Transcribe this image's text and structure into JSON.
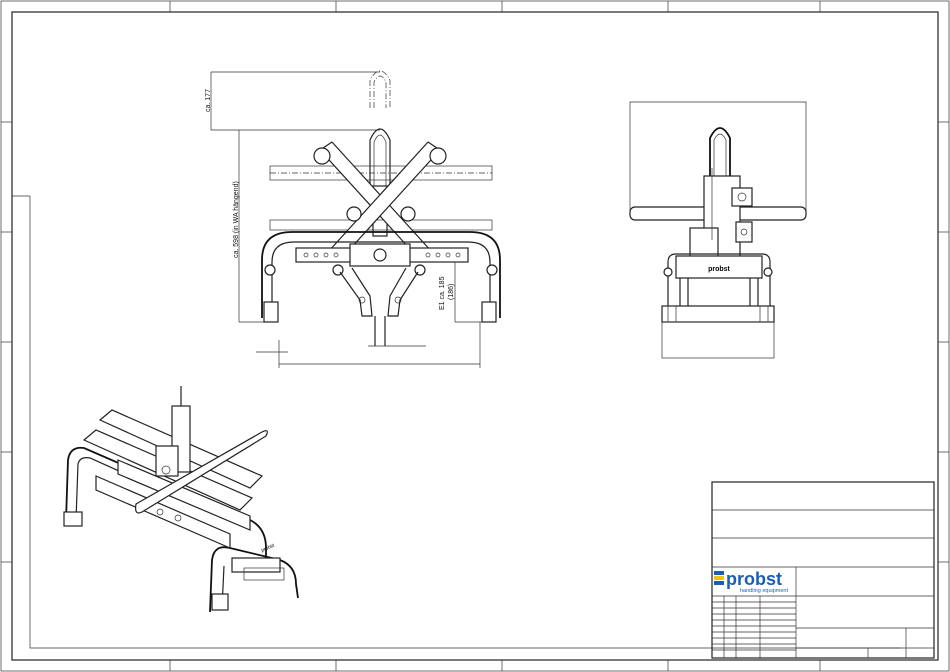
{
  "dimensions": {
    "top_height": "ca. 177",
    "total_height": "ca. 598 (in WA hängend)",
    "e1_label": "E1 ca. 185",
    "e1_sub": "(186)"
  },
  "title_block": {
    "logo_text": "probst",
    "logo_tagline": "handling equipment"
  },
  "product": {
    "brand_plate": "probst"
  }
}
